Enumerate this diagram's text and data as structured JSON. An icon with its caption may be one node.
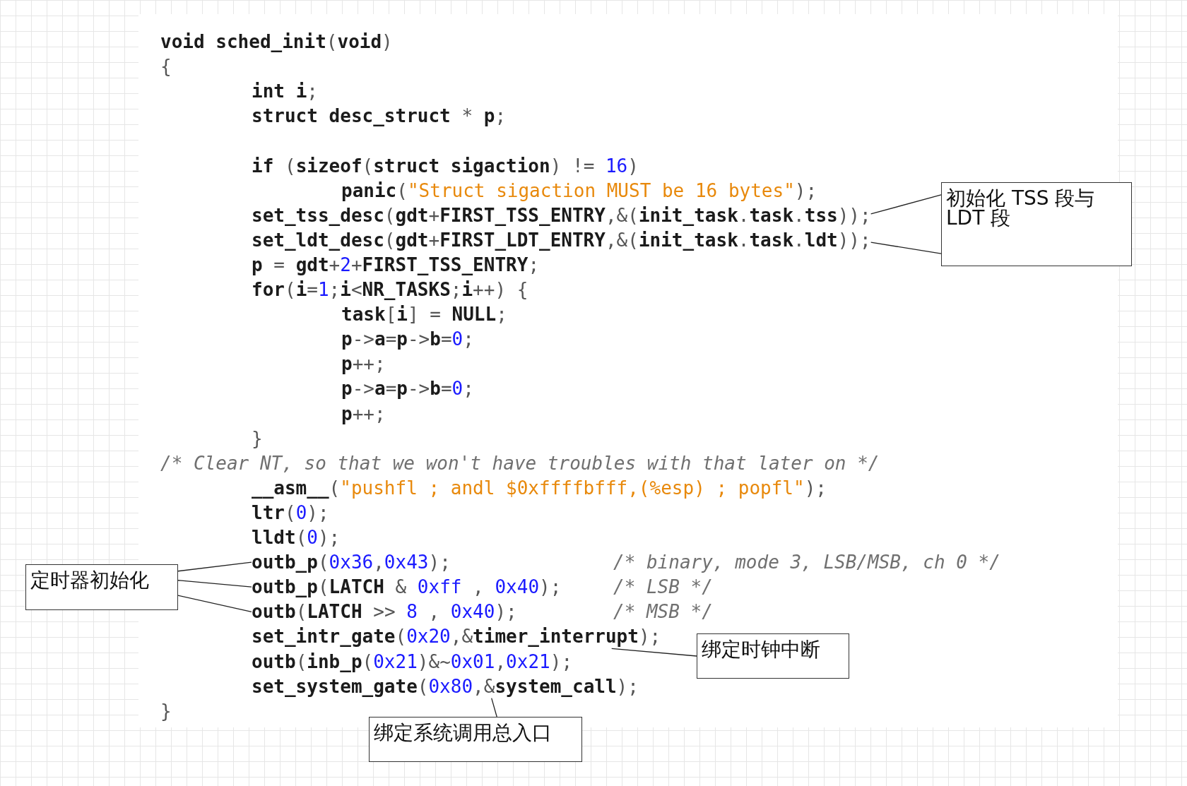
{
  "diagram": {
    "nodes": [
      {
        "text": [
          "set_tss_desc(gdt+FIRST_TSS_ENTRY,&(init_task.task.tss));"
        ]
      },
      {
        "text": [
          "set_ldt_desc(gdt+FIRST_LDT_ENTRY,&(init_task.task.ldt));"
        ]
      },
      {
        "text": [
          "outb_p(0x36,0x43);",
          "/* binary, mode 3, LSB/MSB, ch 0 */"
        ]
      },
      {
        "text": [
          "outb_p(LATCH & 0xff , 0x40);",
          "/* LSB */"
        ]
      },
      {
        "text": [
          "outb(LATCH >> 8 , 0x40);",
          "/* MSB */"
        ]
      },
      {
        "text": [
          "set_intr_gate(0x20,&timer_interrupt);"
        ]
      },
      {
        "text": [
          "set_system_gate(0x80,&system_call);"
        ]
      },
      {
        "text": [
          "初始化 TSS 段与 LDT 段"
        ]
      },
      {
        "text": [
          "定时器初始化"
        ]
      },
      {
        "text": [
          "绑定时钟中断"
        ]
      },
      {
        "text": [
          "绑定系统调用总入口"
        ]
      }
    ],
    "edges": [
      {
        "from": 7,
        "to": 0,
        "arrow": "none"
      },
      {
        "from": 7,
        "to": 1,
        "arrow": "none"
      },
      {
        "from": 8,
        "to": 2,
        "arrow": "none"
      },
      {
        "from": 8,
        "to": 3,
        "arrow": "none"
      },
      {
        "from": 8,
        "to": 4,
        "arrow": "none"
      },
      {
        "from": 9,
        "to": 5,
        "arrow": "none"
      },
      {
        "from": 10,
        "to": 6,
        "arrow": "none"
      }
    ],
    "labels": [
      "void sched_init(void)",
      "{",
      "int i;",
      "struct desc_struct * p;",
      "if (sizeof(struct sigaction) != 16)",
      "panic(\"Struct sigaction MUST be 16 bytes\");",
      "p = gdt+2+FIRST_TSS_ENTRY;",
      "for(i=1;i<NR_TASKS;i++) {",
      "task[i] = NULL;",
      "p->a=p->b=0;",
      "p++;",
      "p->a=p->b=0;",
      "p++;",
      "}",
      "/* Clear NT, so that we won't have troubles with that later on */",
      "__asm__(\"pushfl ; andl $0xffffbfff,(%esp) ; popfl\");",
      "ltr(0);",
      "lldt(0);",
      "outb(inb_p(0x21)&~0x01,0x21);",
      "}"
    ]
  }
}
